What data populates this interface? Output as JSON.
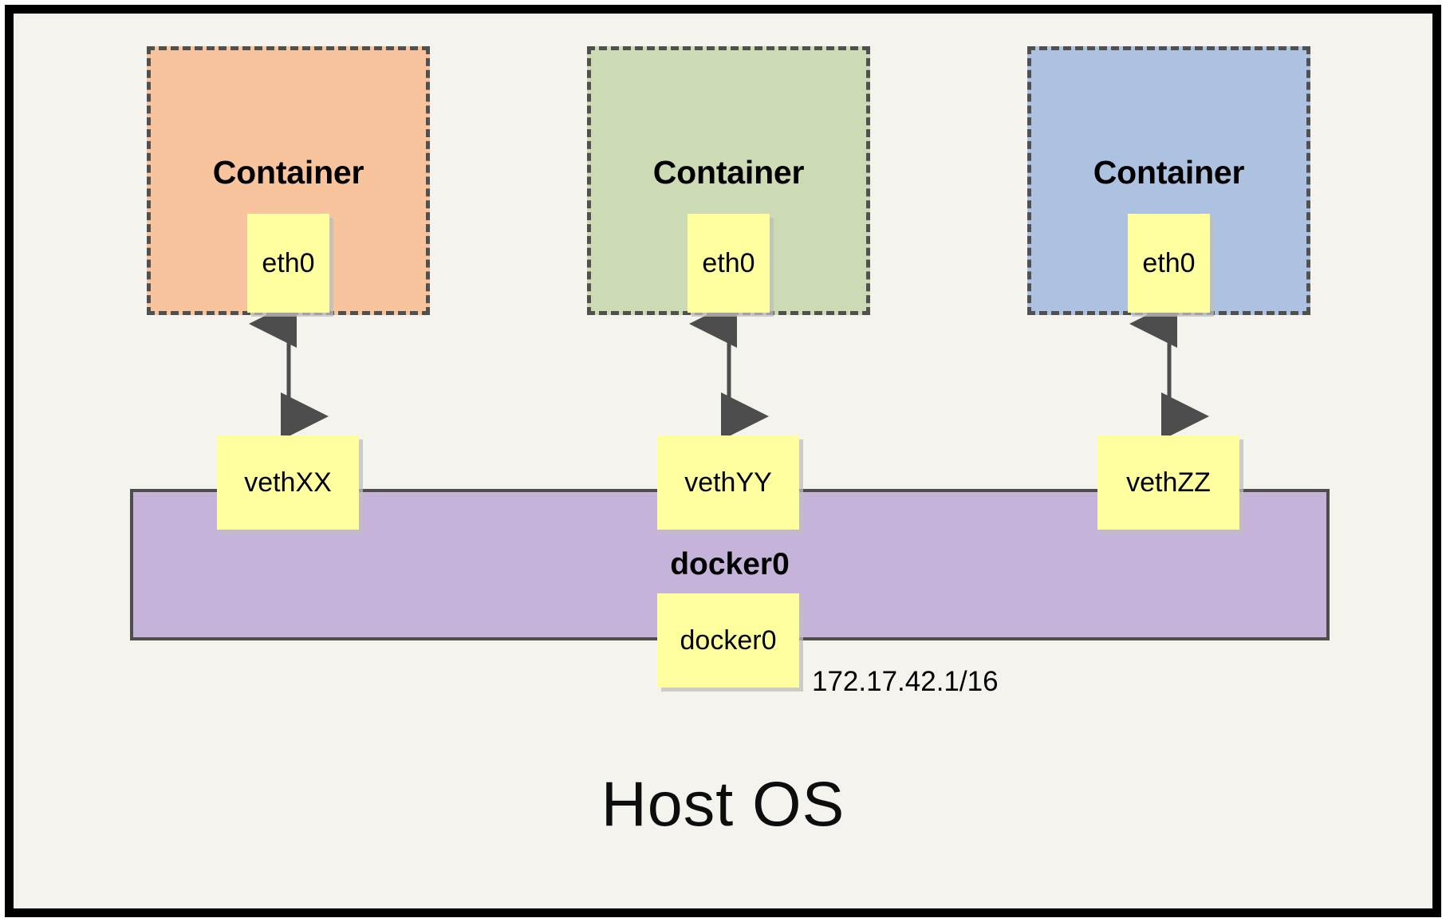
{
  "diagram": {
    "title_label": "Host OS",
    "bridge": {
      "bar_label": "docker0",
      "interface_box_label": "docker0",
      "ip_label": "172.17.42.1/16",
      "bar_color": "#c5b3da",
      "bar_border_color": "#4d4d4d"
    },
    "interface_color": "#ffffa0",
    "containers": [
      {
        "title": "Container",
        "nic_label": "eth0",
        "veth_label": "vethXX",
        "fill_color": "#f7c49e",
        "border_color": "#50504f"
      },
      {
        "title": "Container",
        "nic_label": "eth0",
        "veth_label": "vethYY",
        "fill_color": "#ccdbb4",
        "border_color": "#50504f"
      },
      {
        "title": "Container",
        "nic_label": "eth0",
        "veth_label": "vethZZ",
        "fill_color": "#adc2e0",
        "border_color": "#50504f"
      }
    ]
  }
}
